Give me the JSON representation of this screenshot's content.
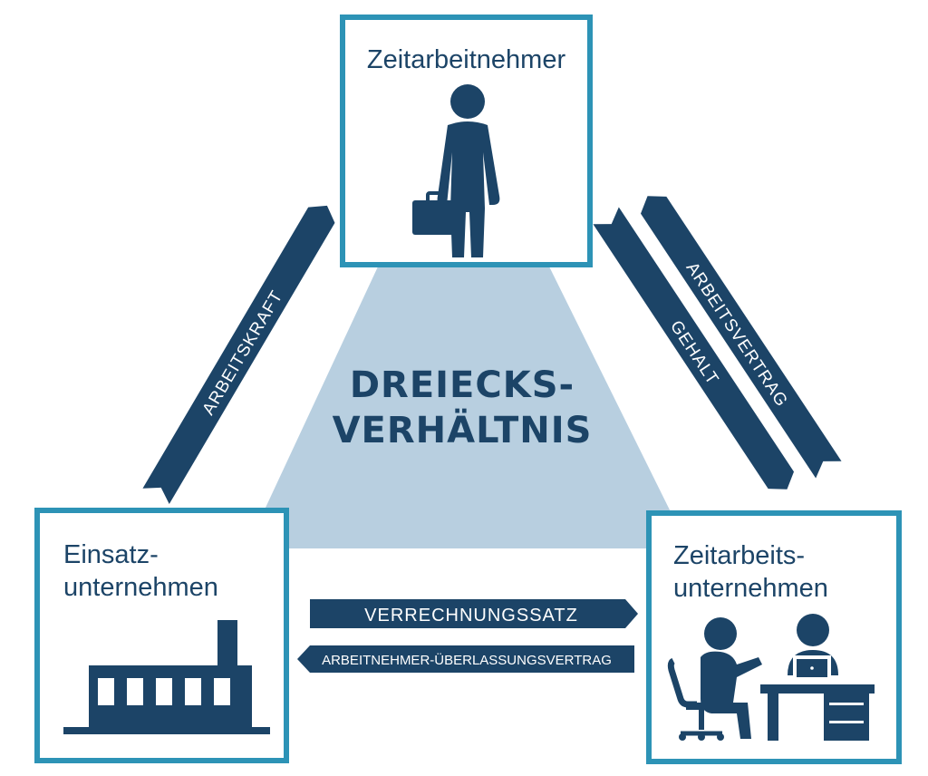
{
  "colors": {
    "dark_blue": "#1c4467",
    "border_blue": "#2d93b6",
    "triangle_blue": "#b8cfe0",
    "white": "#ffffff"
  },
  "center": {
    "line1": "DREIECKS-",
    "line2": "VERHÄLTNIS"
  },
  "nodes": {
    "top": {
      "title": "Zeitarbeitnehmer",
      "icon": "worker-with-briefcase-icon"
    },
    "left": {
      "title_line1": "Einsatz-",
      "title_line2": "unternehmen",
      "icon": "factory-icon"
    },
    "right": {
      "title_line1": "Zeitarbeits-",
      "title_line2": "unternehmen",
      "icon": "office-meeting-icon"
    }
  },
  "arrows": {
    "left_diagonal": "ARBEITSKRAFT",
    "right_diagonal_inner": "GEHALT",
    "right_diagonal_outer": "ARBEITSVERTRAG",
    "bottom_right": "VERRECHNUNGSSATZ",
    "bottom_left": "ARBEITNEHMER-ÜBERLASSUNGSVERTRAG"
  }
}
